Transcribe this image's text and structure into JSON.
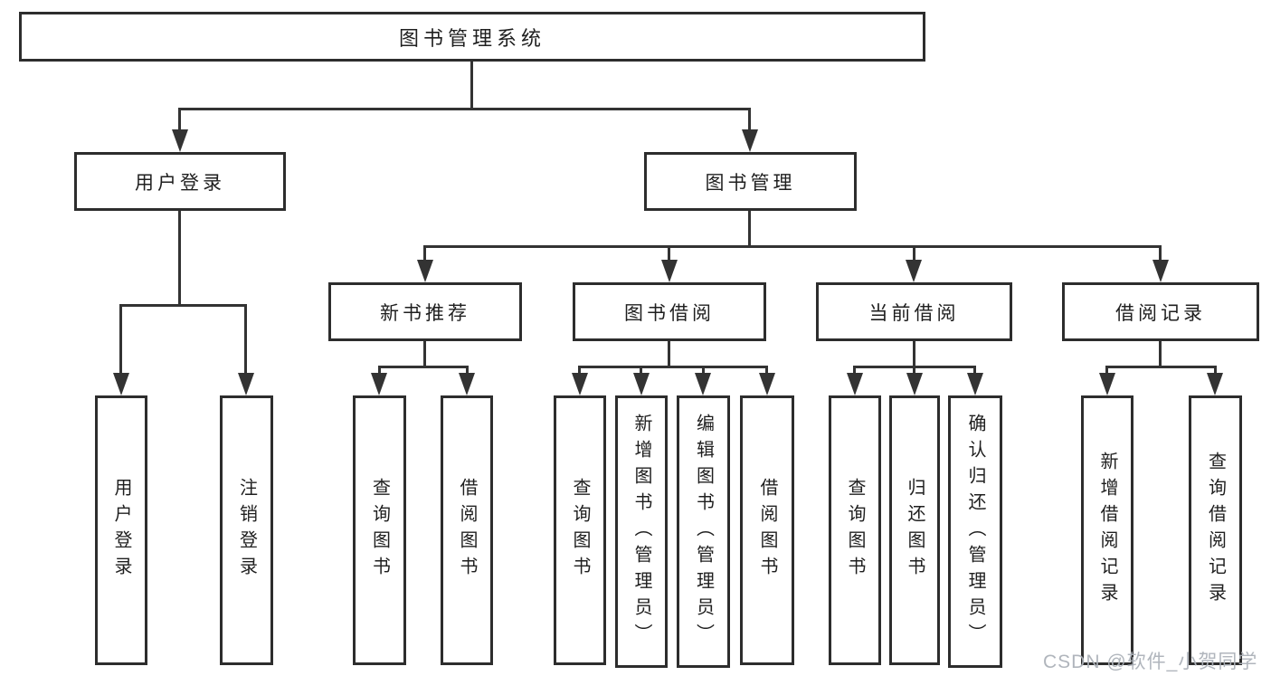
{
  "diagram_type": "functional-structure-tree",
  "colors": {
    "background": "#ffffff",
    "box_border": "#2d2d2d",
    "connector_line": "#333333",
    "text": "#1f1f1f",
    "watermark_text": "#acb1b8"
  },
  "watermark": "CSDN @软件_小贺同学",
  "tree": {
    "root": {
      "label": "图书管理系统"
    },
    "branches": [
      {
        "label": "用户登录",
        "children": [
          {
            "label": "用户登录"
          },
          {
            "label": "注销登录"
          }
        ]
      },
      {
        "label": "图书管理",
        "children": [
          {
            "label": "新书推荐",
            "children": [
              {
                "label": "查询图书"
              },
              {
                "label": "借阅图书"
              }
            ]
          },
          {
            "label": "图书借阅",
            "children": [
              {
                "label": "查询图书"
              },
              {
                "label": "新增图书（管理员）"
              },
              {
                "label": "编辑图书（管理员）"
              },
              {
                "label": "借阅图书"
              }
            ]
          },
          {
            "label": "当前借阅",
            "children": [
              {
                "label": "查询图书"
              },
              {
                "label": "归还图书"
              },
              {
                "label": "确认归还（管理员）"
              }
            ]
          },
          {
            "label": "借阅记录",
            "children": [
              {
                "label": "新增借阅记录"
              },
              {
                "label": "查询借阅记录"
              }
            ]
          }
        ]
      }
    ]
  }
}
